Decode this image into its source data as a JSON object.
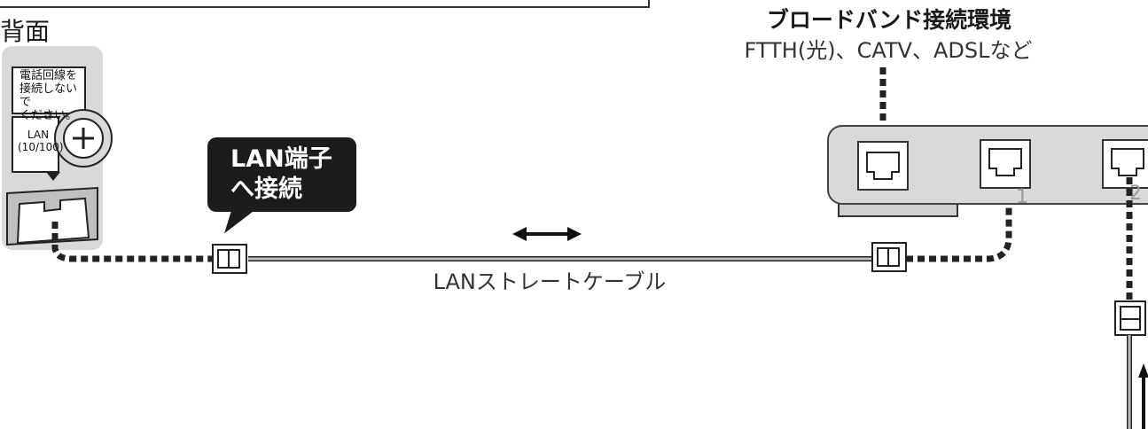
{
  "back_label": "背面",
  "warning_sticker": "電話回線を接続しないでください。",
  "warning_lines": [
    "電話回線を",
    "接続しないで",
    "ください。"
  ],
  "lan_port_lines": [
    "LAN",
    "(10/100)"
  ],
  "callout_lines": [
    "LAN端子",
    "へ接続"
  ],
  "broadband": {
    "title": "ブロードバンド接続環境",
    "subtitle": "FTTH(光)、CATV、ADSLなど"
  },
  "cable_label": "LANストレートケーブル",
  "router_ports": [
    "1",
    "2"
  ],
  "colors": {
    "dark": "#1c1c1c",
    "device_gray": "#d9d9d9",
    "cable_gray": "#bdbdbd"
  }
}
